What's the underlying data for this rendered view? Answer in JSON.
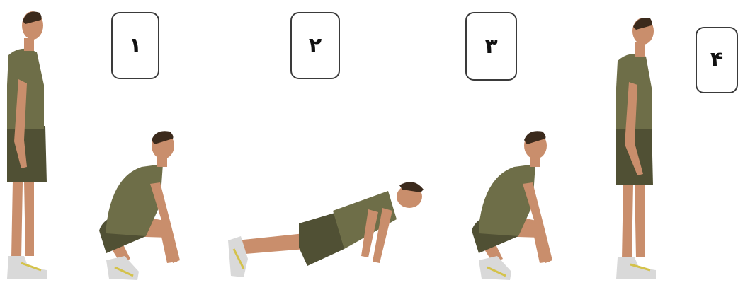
{
  "steps": [
    {
      "label": "۱"
    },
    {
      "label": "۲"
    },
    {
      "label": "۳"
    },
    {
      "label": "۴"
    }
  ],
  "colors": {
    "shirt": "#6e6e48",
    "shorts": "#505034",
    "skin": "#c98e6c",
    "hair": "#3b2a1c",
    "sock": "#f1f1f1",
    "shoe": "#d9d9d9",
    "shoe_accent": "#d4c24a",
    "box_border": "#3a3a3a"
  },
  "figures": [
    {
      "pose": "standing"
    },
    {
      "pose": "squat"
    },
    {
      "pose": "plank"
    },
    {
      "pose": "squat"
    },
    {
      "pose": "standing"
    }
  ]
}
